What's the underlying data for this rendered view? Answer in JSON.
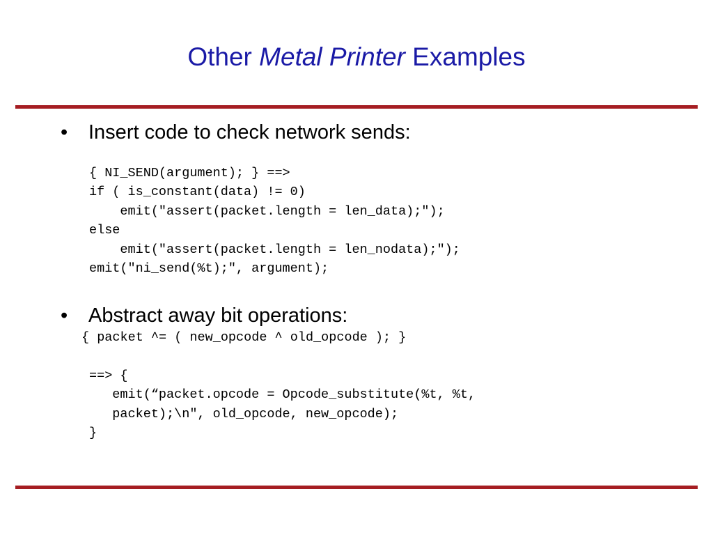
{
  "slide": {
    "title": {
      "prefix": "Other ",
      "italic": "Metal Printer",
      "suffix": " Examples"
    },
    "bullets": [
      {
        "text": "Insert code to check network sends:",
        "code_lines": [
          "{ NI_SEND(argument); } ==>",
          "if ( is_constant(data) != 0)",
          "    emit(\"assert(packet.length = len_data);\");",
          "else",
          "    emit(\"assert(packet.length = len_nodata);\");",
          "emit(\"ni_send(%t);\", argument);"
        ]
      },
      {
        "text": "Abstract away bit operations:",
        "code_lines": [
          "{ packet ^= ( new_opcode ^ old_opcode ); }",
          "==> {",
          "   emit(“packet.opcode = Opcode_substitute(%t, %t,",
          "   packet);\\n\", old_opcode, new_opcode);",
          "}"
        ]
      }
    ],
    "colors": {
      "title": "#1a1aa6",
      "rule": "#a51d22",
      "text": "#000000"
    }
  }
}
